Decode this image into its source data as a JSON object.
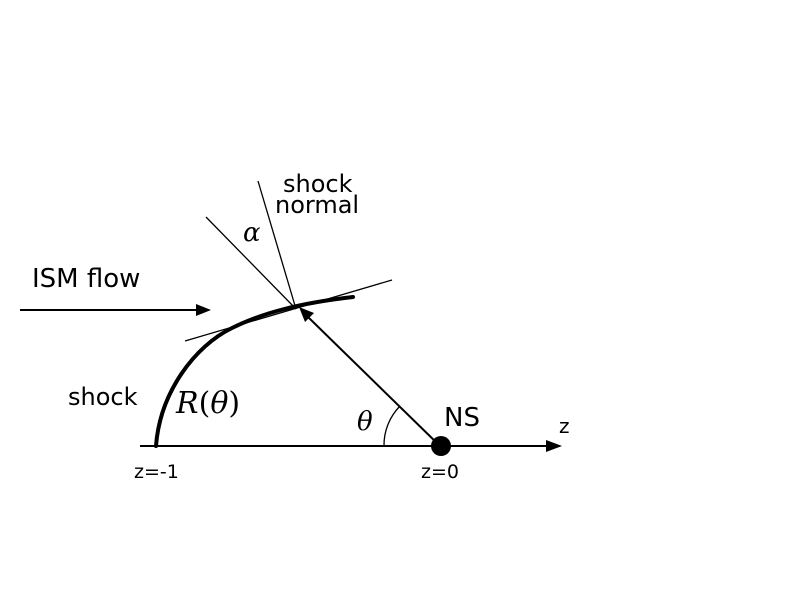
{
  "labels": {
    "shock_normal_line1": "shock",
    "shock_normal_line2": "normal",
    "alpha": "α",
    "ism_flow": "ISM flow",
    "shock": "shock",
    "radius_R": "R",
    "radius_open": "(",
    "radius_theta": "θ",
    "radius_close": ")",
    "theta": "θ",
    "ns": "NS",
    "z_axis": "z",
    "z_minus_one": "z=-1",
    "z_zero": "z=0"
  }
}
